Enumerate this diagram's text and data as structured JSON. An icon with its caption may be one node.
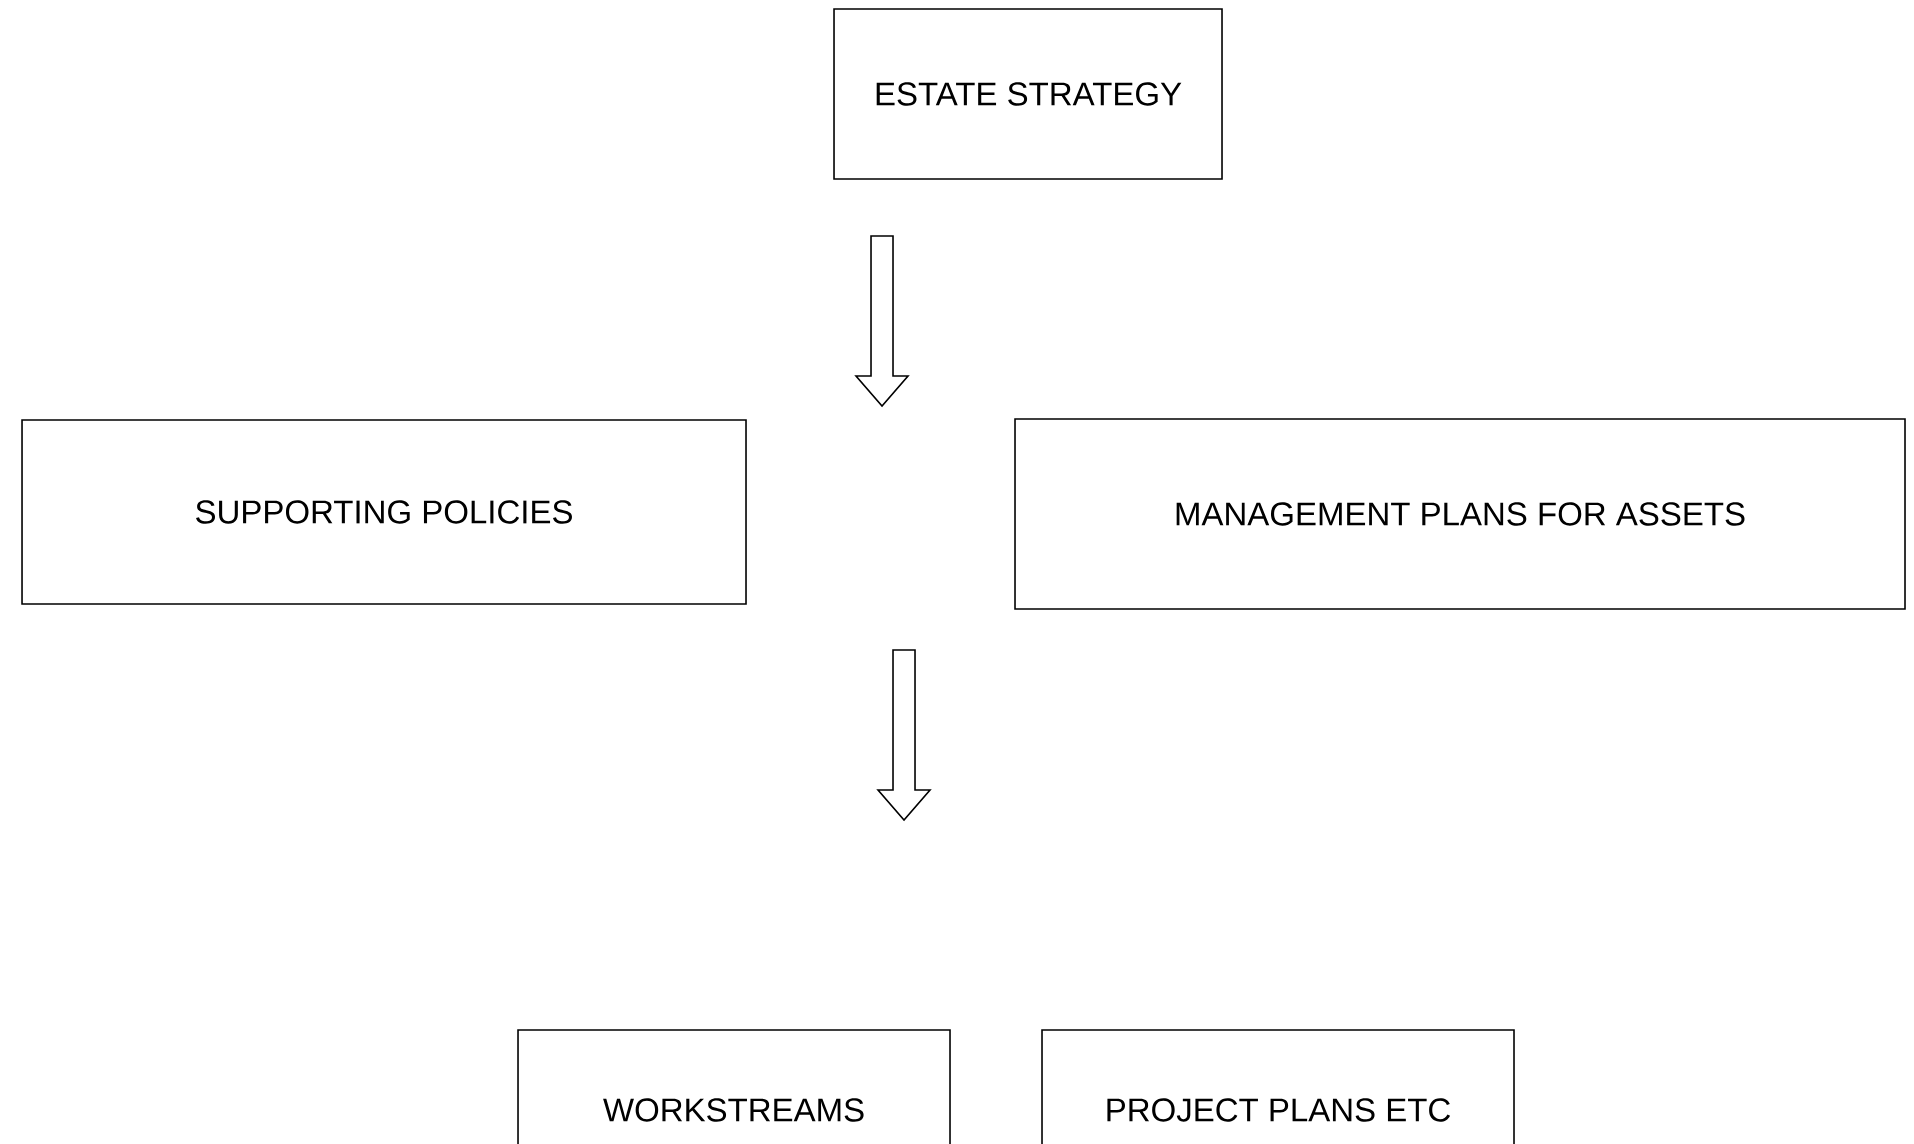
{
  "diagram": {
    "nodes": [
      {
        "text": [
          "ESTATE STRATEGY"
        ]
      },
      {
        "text": [
          "SUPPORTING POLICIES"
        ]
      },
      {
        "text": [
          "MANAGEMENT PLANS FOR ASSETS"
        ]
      },
      {
        "text": [
          "WORKSTREAMS"
        ]
      },
      {
        "text": [
          "PROJECT PLANS ETC"
        ]
      }
    ]
  }
}
